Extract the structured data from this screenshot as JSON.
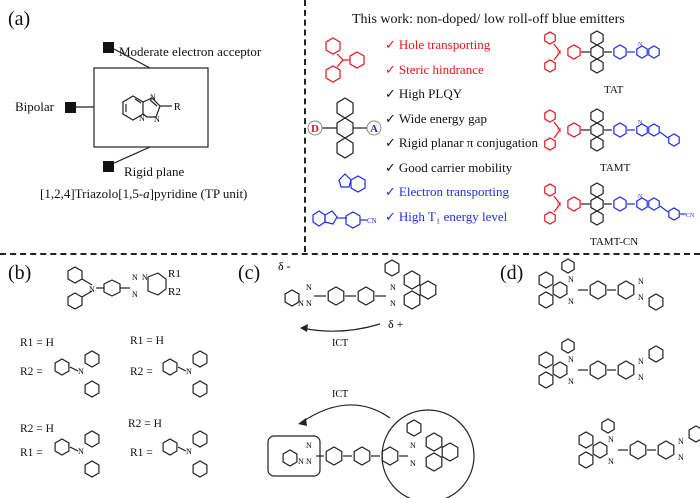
{
  "panels": {
    "a": {
      "label": "(a)",
      "labels": {
        "acceptor": "Moderate electron acceptor",
        "bipolar": "Bipolar",
        "rigid": "Rigid plane",
        "caption_pre": "[1,2,4]Triazolo[1,5-",
        "caption_ital": "a",
        "caption_post": "]pyridine (TP unit)",
        "r_group": "R",
        "n1": "N",
        "n2": "N",
        "n3": "N"
      },
      "title": "This work: non-doped/ low roll-off blue emitters",
      "features": [
        {
          "text": "Hole transporting",
          "color": "#e8141b"
        },
        {
          "text": "Steric hindrance",
          "color": "#e8141b"
        },
        {
          "text": "High PLQY",
          "color": "#111111"
        },
        {
          "text": "Wide energy gap",
          "color": "#111111"
        },
        {
          "text": "Rigid planar π conjugation",
          "color": "#111111"
        },
        {
          "text": "Good carrier mobility",
          "color": "#111111"
        },
        {
          "text": "Electron transporting",
          "color": "#1f2ee6"
        },
        {
          "text": "High T₁ energy level",
          "color": "#1f2ee6"
        }
      ],
      "check_glyph": "✓",
      "donor_label": "D",
      "acceptor_label": "A",
      "cn_label": "CN",
      "molecules": [
        "TAT",
        "TAMT",
        "TAMT-CN"
      ]
    },
    "b": {
      "label": "(b)",
      "core_r1": "R1",
      "core_r2": "R2",
      "rows": [
        {
          "cond": "R1 = H",
          "sub": "R2 ="
        },
        {
          "cond": "R1 = H",
          "sub": "R2 ="
        },
        {
          "cond": "R2 = H",
          "sub": "R1 ="
        },
        {
          "cond": "R2 = H",
          "sub": "R1 ="
        }
      ],
      "n_label": "N"
    },
    "c": {
      "label": "(c)",
      "delta_minus": "δ -",
      "delta_plus": "δ +",
      "ict_top": "ICT",
      "ict_bottom": "ICT"
    },
    "d": {
      "label": "(d)"
    }
  },
  "colors": {
    "donor": "#e8141b",
    "acceptor": "#1f2ee6",
    "neutral": "#222222"
  }
}
